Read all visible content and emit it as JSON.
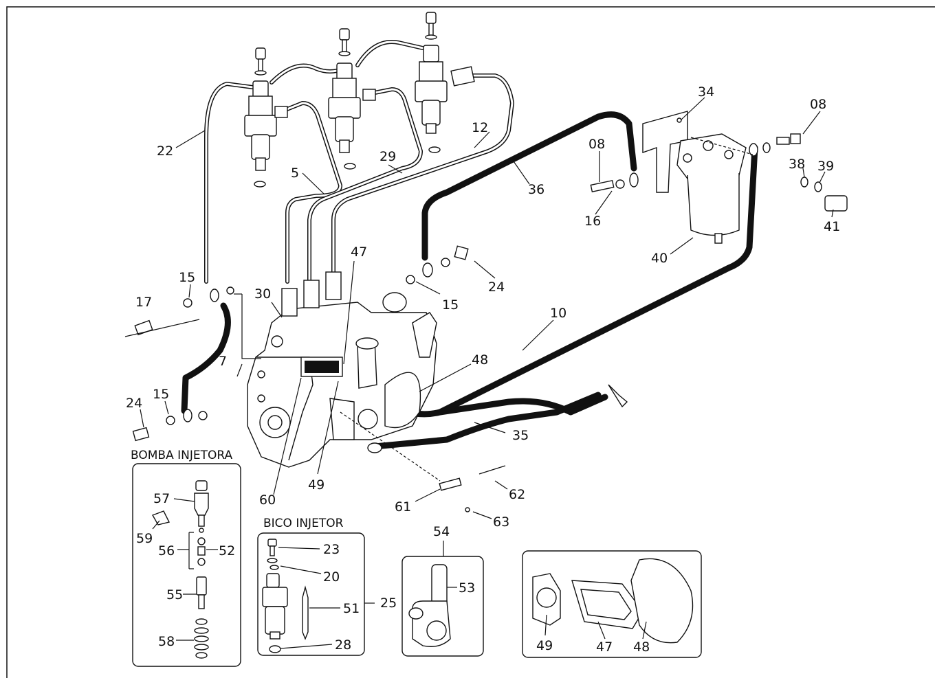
{
  "callouts": {
    "c08a": "08",
    "c34": "34",
    "c08b": "08",
    "c12": "12",
    "c22": "22",
    "c29": "29",
    "c5": "5",
    "c36": "36",
    "c38": "38",
    "c39": "39",
    "c16": "16",
    "c41": "41",
    "c40": "40",
    "c47": "47",
    "c24a": "24",
    "c15a": "15",
    "c15b": "15",
    "c30": "30",
    "c17": "17",
    "c10": "10",
    "c7": "7",
    "c48a": "48",
    "c24b": "24",
    "c15c": "15",
    "c35": "35",
    "c62": "62",
    "c60": "60",
    "c49a": "49",
    "c61": "61",
    "c63": "63",
    "c54": "54",
    "c57": "57",
    "c59": "59",
    "c56": "56",
    "c52": "52",
    "c55": "55",
    "c58": "58",
    "c23": "23",
    "c20": "20",
    "c25": "25",
    "c51": "51",
    "c28": "28",
    "c53": "53",
    "c49b": "49",
    "c47b": "47",
    "c48b": "48"
  },
  "boxes": {
    "pump_title": "BOMBA INJETORA",
    "injector_title": "BICO INJETOR"
  }
}
